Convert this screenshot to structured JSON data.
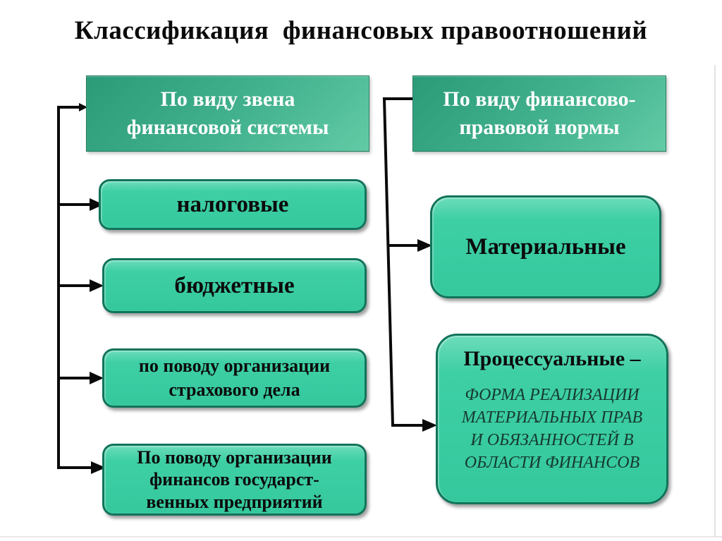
{
  "page": {
    "title": "Классификация  финансовых правоотношений"
  },
  "palette": {
    "box_fill": "#38CDA1",
    "box_fill_highlight": "#6CDCBA",
    "box_border": "#11745A",
    "header_fill_dark": "#2A9A77",
    "header_fill_light": "#62CBA6",
    "header_text": "#FFFFFF",
    "body_text": "#0D0D0D",
    "italic_text": "#163A2E",
    "connector": "#0A0A0A",
    "background": "#FFFFFF"
  },
  "left_column": {
    "header_lines": [
      "По виду звена",
      "финансовой системы"
    ],
    "items": [
      {
        "lines": [
          "налоговые"
        ]
      },
      {
        "lines": [
          "бюджетные"
        ]
      },
      {
        "lines": [
          "по поводу организации",
          "страхового дела"
        ]
      },
      {
        "lines": [
          "По поводу организации",
          "финансов государст-",
          "венных предприятий"
        ]
      }
    ]
  },
  "right_column": {
    "header_lines": [
      "По виду финансово-",
      "правовой нормы"
    ],
    "items": [
      {
        "title": "Материальные"
      },
      {
        "title": "Процессуальные –",
        "description_lines": [
          "ФОРМА РЕАЛИЗАЦИИ",
          "МАТЕРИАЛЬНЫХ ПРАВ",
          "И ОБЯЗАННОСТЕЙ В",
          "ОБЛАСТИ ФИНАНСОВ"
        ]
      }
    ]
  }
}
